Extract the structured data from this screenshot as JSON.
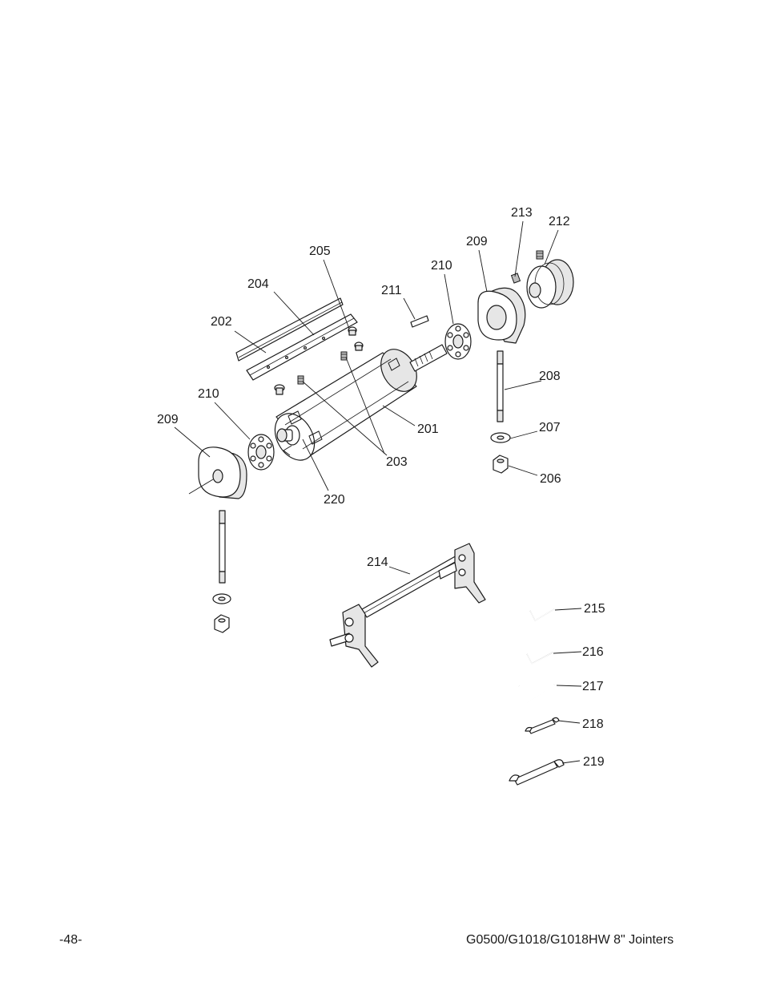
{
  "page": {
    "number": "-48-",
    "title": "G0500/G1018/G1018HW  8\" Jointers"
  },
  "callouts": {
    "c201": "201",
    "c202": "202",
    "c203": "203",
    "c204": "204",
    "c205": "205",
    "c206": "206",
    "c207": "207",
    "c208": "208",
    "c209_left": "209",
    "c209_right": "209",
    "c210_left": "210",
    "c210_right": "210",
    "c211": "211",
    "c212": "212",
    "c213": "213",
    "c214": "214",
    "c215": "215",
    "c216": "216",
    "c217": "217",
    "c218": "218",
    "c219": "219",
    "c220": "220"
  }
}
